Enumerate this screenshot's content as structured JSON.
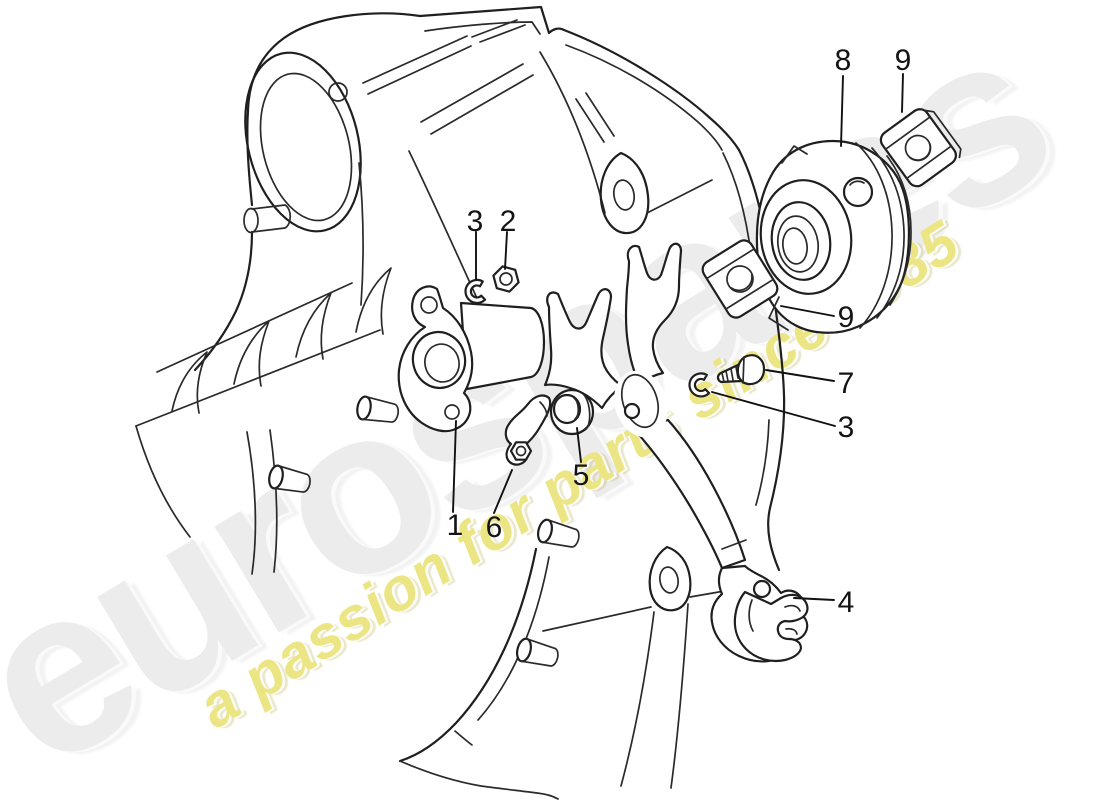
{
  "diagram": {
    "background_color": "#ffffff",
    "line_color": "#1f1f1f",
    "watermark": {
      "brand": "eurospares",
      "tagline": "a passion for parts since 1985",
      "brand_color": "#ececec",
      "tagline_color": "#ebe583"
    },
    "callouts": [
      {
        "id": "callout-8",
        "label": "8"
      },
      {
        "id": "callout-9a",
        "label": "9"
      },
      {
        "id": "callout-3a",
        "label": "3"
      },
      {
        "id": "callout-2",
        "label": "2"
      },
      {
        "id": "callout-9b",
        "label": "9"
      },
      {
        "id": "callout-7",
        "label": "7"
      },
      {
        "id": "callout-3b",
        "label": "3"
      },
      {
        "id": "callout-5",
        "label": "5"
      },
      {
        "id": "callout-1",
        "label": "1"
      },
      {
        "id": "callout-6",
        "label": "6"
      },
      {
        "id": "callout-4",
        "label": "4"
      }
    ]
  }
}
